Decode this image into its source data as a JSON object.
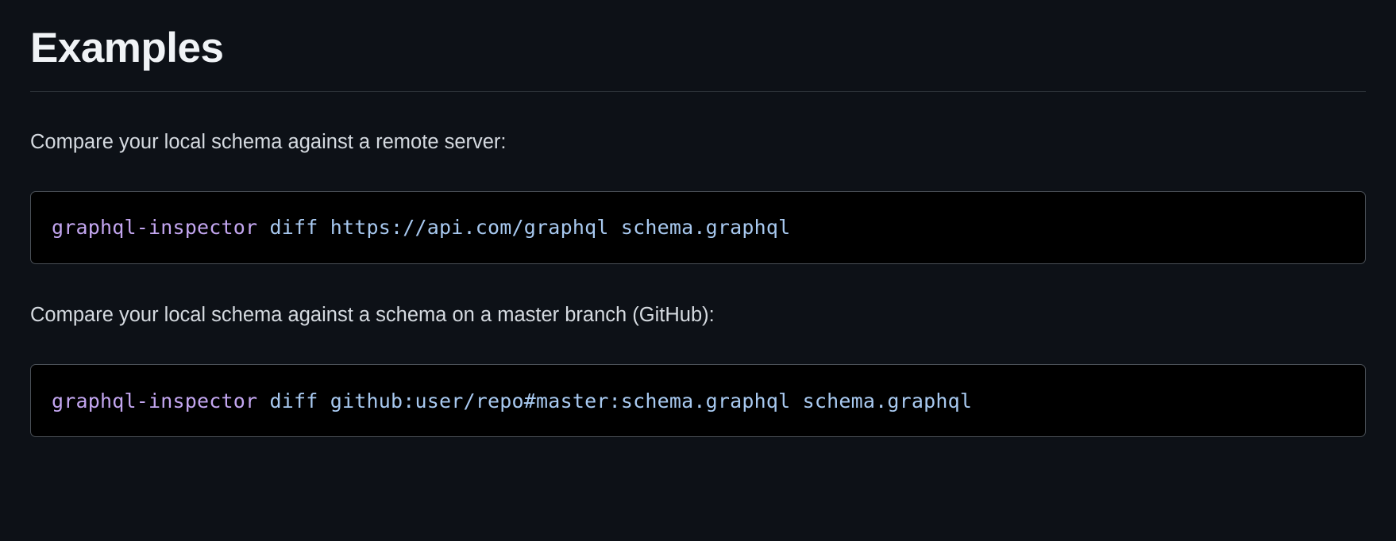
{
  "theme": {
    "page_background": "#0d1117",
    "code_background": "#000000",
    "code_border": "#4a5057",
    "rule_color": "#2f353c",
    "heading_color": "#f0f3f6",
    "text_color": "#d5dae0",
    "code_command_color": "#c3a6f0",
    "code_argument_color": "#a8c9f0"
  },
  "heading": {
    "title": "Examples"
  },
  "sections": [
    {
      "description": "Compare your local schema against a remote server:",
      "code": {
        "command": "graphql-inspector",
        "arguments": " diff https://api.com/graphql schema.graphql",
        "full": "graphql-inspector diff https://api.com/graphql schema.graphql"
      }
    },
    {
      "description": "Compare your local schema against a schema on a master branch (GitHub):",
      "code": {
        "command": "graphql-inspector",
        "arguments": " diff github:user/repo#master:schema.graphql schema.graphql",
        "full": "graphql-inspector diff github:user/repo#master:schema.graphql schema.graphql"
      }
    }
  ]
}
